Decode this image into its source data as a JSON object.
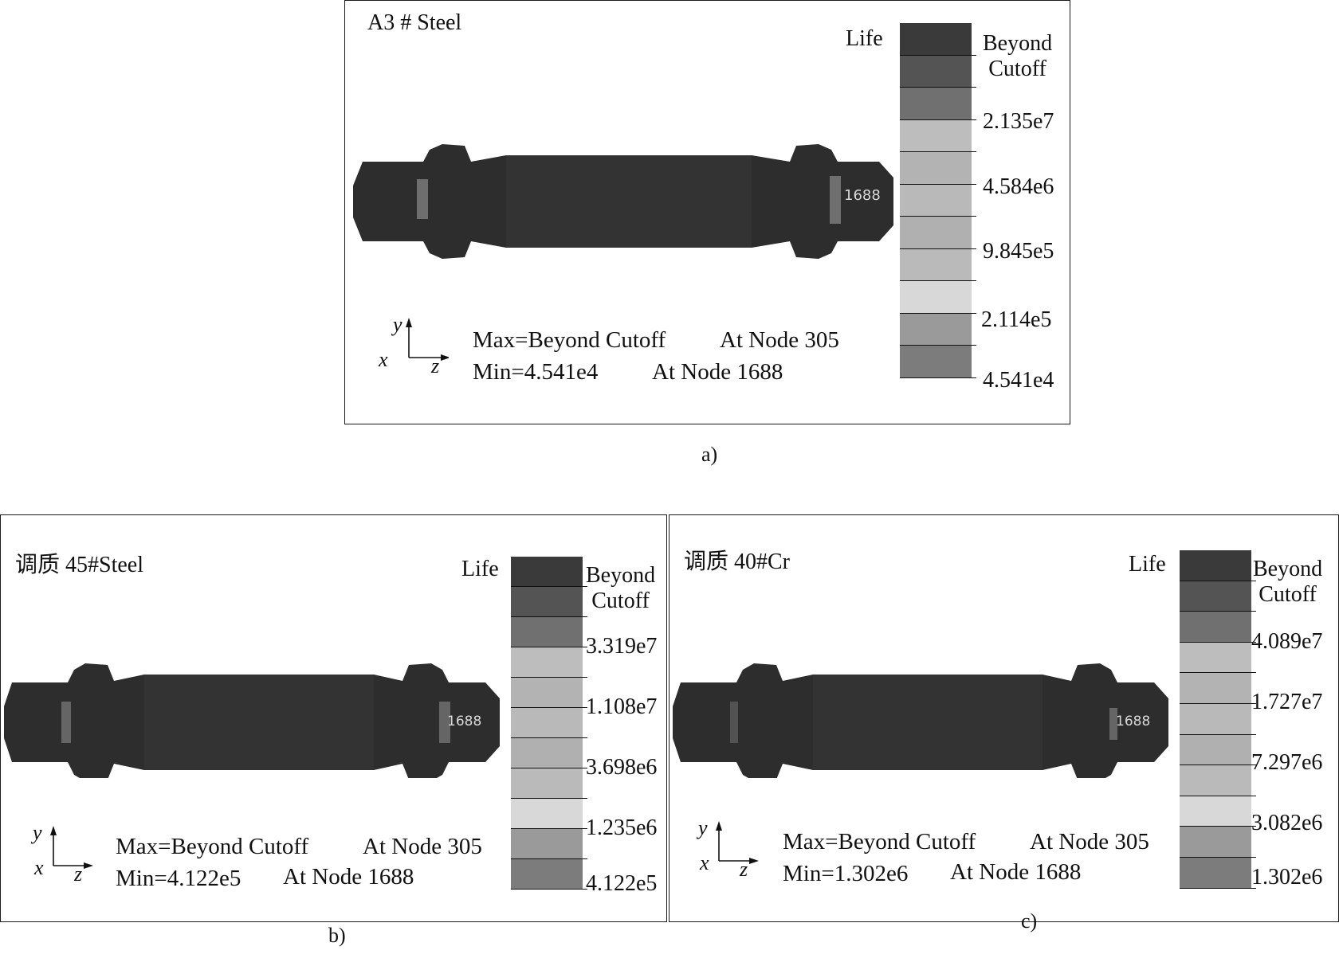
{
  "panels": {
    "a": {
      "title": "A3 # Steel",
      "caption": "a)",
      "life_label": "Life",
      "legend_top": "Beyond\nCutoff",
      "legend_values": [
        "2.135e7",
        "4.584e6",
        "9.845e5",
        "2.114e5",
        "4.541e4"
      ],
      "max_line": "Max=Beyond Cutoff",
      "max_node": "At Node 305",
      "min_line": "Min=4.541e4",
      "min_node": "At Node 1688",
      "node_label": "1688"
    },
    "b": {
      "title": "调质 45#Steel",
      "caption": "b)",
      "life_label": "Life",
      "legend_top": "Beyond\nCutoff",
      "legend_values": [
        "3.319e7",
        "1.108e7",
        "3.698e6",
        "1.235e6",
        "4.122e5"
      ],
      "max_line": "Max=Beyond Cutoff",
      "max_node": "At Node 305",
      "min_line": "Min=4.122e5",
      "min_node": "At Node 1688",
      "node_label": "1688"
    },
    "c": {
      "title": "调质 40#Cr",
      "caption": "c)",
      "life_label": "Life",
      "legend_top": "Beyond\nCutoff",
      "legend_values": [
        "4.089e7",
        "1.727e7",
        "7.297e6",
        "3.082e6",
        "1.302e6"
      ],
      "max_line": "Max=Beyond Cutoff",
      "max_node": "At Node 305",
      "min_line": "Min=1.302e6",
      "min_node": "At Node 1688",
      "node_label": "1688"
    }
  },
  "axes": {
    "y": "y",
    "x": "x",
    "z": "z"
  },
  "legend_colors": [
    "#3a3a3a",
    "#545454",
    "#707070",
    "#bdbdbd",
    "#b3b3b3",
    "#b9b9b9",
    "#b0b0b0",
    "#bababa",
    "#d8d8d8",
    "#9a9a9a",
    "#7c7c7c"
  ]
}
